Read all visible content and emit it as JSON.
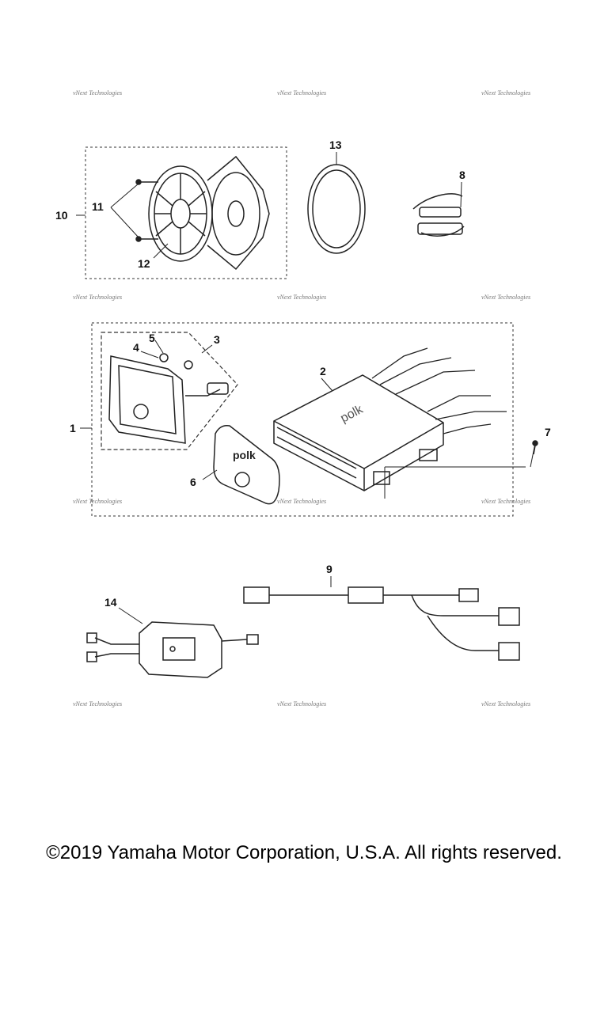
{
  "watermark": "vNext Technologies",
  "callouts": {
    "c1": "1",
    "c2": "2",
    "c3": "3",
    "c4": "4",
    "c5": "5",
    "c6": "6",
    "c7": "7",
    "c8": "8",
    "c9": "9",
    "c10": "10",
    "c11": "11",
    "c12": "12",
    "c13": "13",
    "c14": "14"
  },
  "brand": "polk",
  "footer": {
    "copyright": "©2019 Yamaha Motor Corporation, U.S.A. All rights reserved."
  }
}
